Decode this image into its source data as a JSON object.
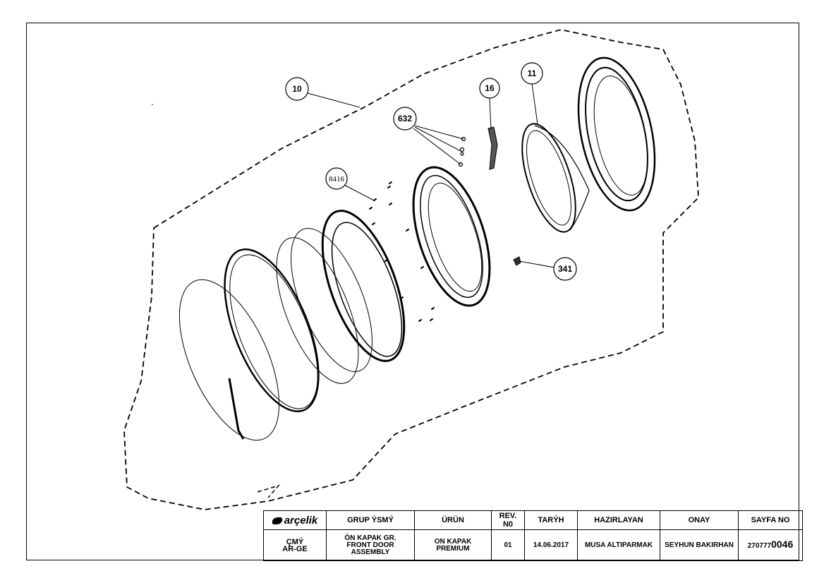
{
  "callouts": {
    "c10": "10",
    "c11": "11",
    "c16": "16",
    "c632": "632",
    "c8416": "8416",
    "c341": "341"
  },
  "title_block": {
    "logo_text": "arçelik",
    "headers": {
      "group_name": "GRUP ÝSMÝ",
      "product": "ÜRÜN",
      "rev_no": "REV.\nN0",
      "date": "TARÝH",
      "prepared_by": "HAZIRLAYAN",
      "approval": "ONAY",
      "page_no": "SAYFA NO"
    },
    "values": {
      "department": "ÇMÝ\nAR-GE",
      "group_name": "ÖN KAPAK GR.\nFRONT DOOR\nASSEMBLY",
      "product": "ON KAPAK\nPREMIUM",
      "rev_no": "01",
      "date": "14.06.2017",
      "prepared_by": "MUSA ALTIPARMAK",
      "approval": "SEYHUN BAKIRHAN",
      "page_no_prefix": "270777",
      "page_no_suffix": "0046"
    }
  }
}
